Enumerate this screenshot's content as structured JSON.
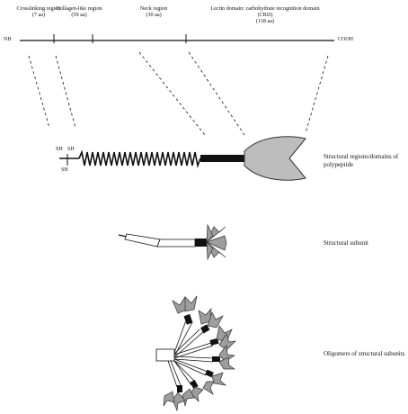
{
  "regions": [
    {
      "name": "Crosslinking region",
      "length": "(7 aa)"
    },
    {
      "name": "Collagen-like region",
      "length": "(59 aa)"
    },
    {
      "name": "Neck region",
      "length": "(30 aa)"
    },
    {
      "name": "Lectin domain: carbohydrate recognition domain (CRD)",
      "length": "(118 aa)"
    }
  ],
  "terminals": {
    "n": "NH",
    "c": "COOH"
  },
  "sh_labels": {
    "sh1": "SH",
    "sh2": "SH",
    "sh3": "SH"
  },
  "levels": {
    "polypeptide": "Structural regions/domains of polypeptide",
    "subunit": "Structural subunit",
    "oligomer": "Oligomers of structural subunits"
  }
}
